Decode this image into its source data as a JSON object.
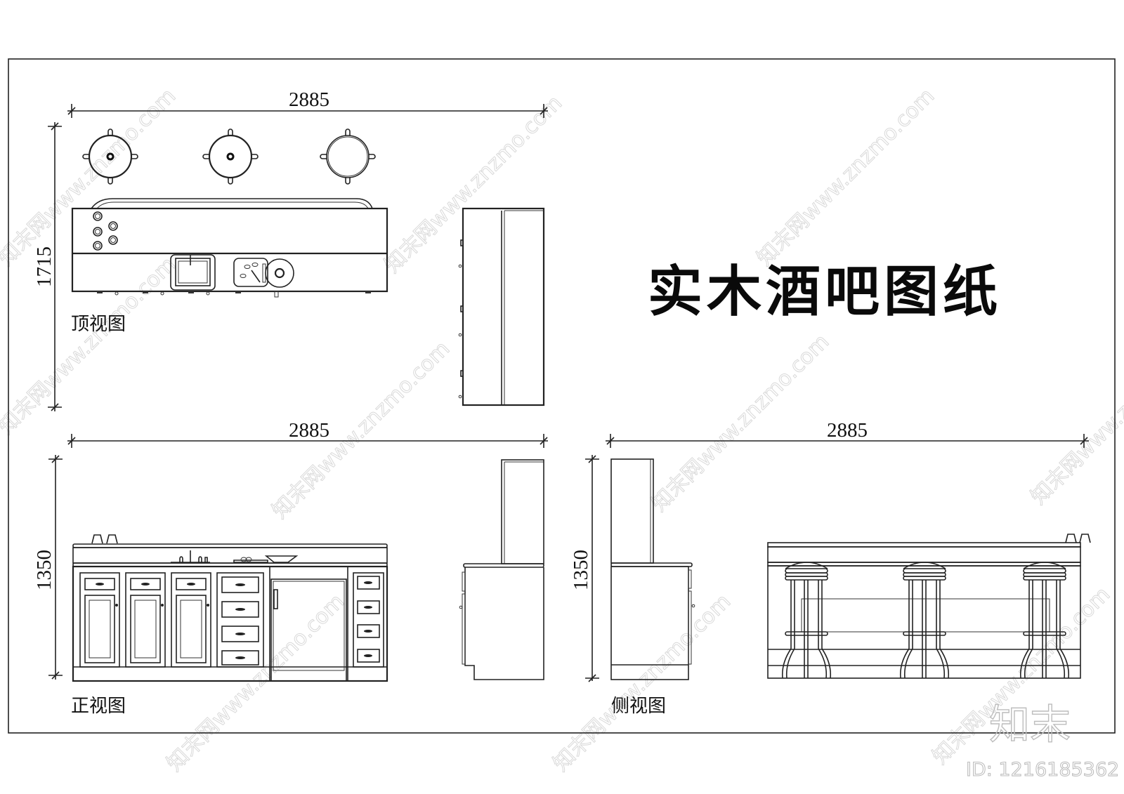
{
  "title": "实木酒吧图纸",
  "views": {
    "top": {
      "label": "顶视图",
      "width_dim": "2885",
      "depth_dim": "1715"
    },
    "front": {
      "label": "正视图",
      "width_dim": "2885",
      "height_dim": "1350"
    },
    "side": {
      "label": "侧视图",
      "width_dim": "2885",
      "height_dim": "1350"
    }
  },
  "watermark": {
    "site_text": "知末网www.znzmo.com",
    "logo": "知末",
    "id": "ID: 1216185362"
  },
  "colors": {
    "line": "#222222",
    "background": "#ffffff",
    "watermark": "#bdbdbd"
  }
}
